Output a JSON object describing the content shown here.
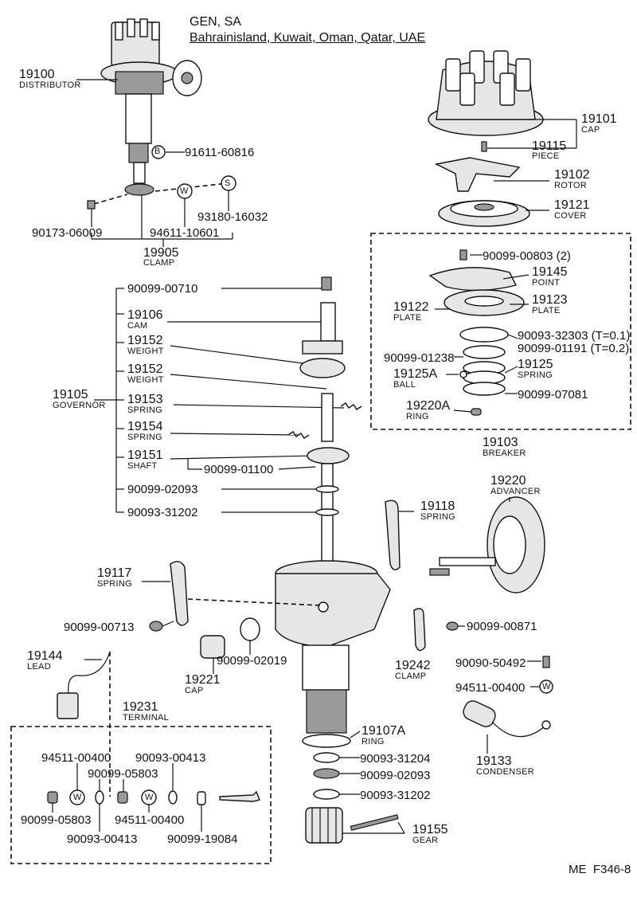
{
  "header": {
    "line1": "GEN, SA",
    "line2": "Bahrainisland, Kuwait, Oman, Qatar, UAE"
  },
  "footer": {
    "code": "ME  F346-8"
  },
  "parts": {
    "distributor": {
      "num": "19100",
      "name": "DISTRIBUTOR"
    },
    "cap": {
      "num": "19101",
      "name": "CAP"
    },
    "piece": {
      "num": "19115",
      "name": "PIECE"
    },
    "rotor": {
      "num": "19102",
      "name": "ROTOR"
    },
    "cover": {
      "num": "19121",
      "name": "COVER"
    },
    "bolt_19100": "91611-60816",
    "nut_90173": "90173-06009",
    "washer_94611": "94611-10601",
    "spring_93180": "93180-16032",
    "clamp": {
      "num": "19905",
      "name": "CLAMP"
    },
    "screw_00710": "90099-00710",
    "cam": {
      "num": "19106",
      "name": "CAM"
    },
    "weight1": {
      "num": "19152",
      "name": "WEIGHT"
    },
    "weight2": {
      "num": "19152",
      "name": "WEIGHT"
    },
    "governor": {
      "num": "19105",
      "name": "GOVERNOR"
    },
    "spring_19153": {
      "num": "19153",
      "name": "SPRING"
    },
    "spring_19154": {
      "num": "19154",
      "name": "SPRING"
    },
    "shaft": {
      "num": "19151",
      "name": "SHAFT"
    },
    "pin_01100": "90099-01100",
    "washer_02093a": "90099-02093",
    "washer_31202a": "90093-31202",
    "screw_00803": "90099-00803 (2)",
    "point": {
      "num": "19145",
      "name": "POINT"
    },
    "plate_19122": {
      "num": "19122",
      "name": "PLATE"
    },
    "plate_19123": {
      "num": "19123",
      "name": "PLATE"
    },
    "washer_32303": "90093-32303 (T=0.1)",
    "washer_01191": "90099-01191 (T=0.2)",
    "ring_01238": "90099-01238",
    "ball": {
      "num": "19125A",
      "name": "BALL"
    },
    "spring_19125": {
      "num": "19125",
      "name": "SPRING"
    },
    "ring_07081": "90099-07081",
    "ring_19220a": {
      "num": "19220A",
      "name": "RING"
    },
    "breaker": {
      "num": "19103",
      "name": "BREAKER"
    },
    "spring_19118": {
      "num": "19118",
      "name": "SPRING"
    },
    "advancer": {
      "num": "19220",
      "name": "ADVANCER"
    },
    "spring_19117": {
      "num": "19117",
      "name": "SPRING"
    },
    "screw_00713": "90099-00713",
    "screw_00871": "90099-00871",
    "lead": {
      "num": "19144",
      "name": "LEAD"
    },
    "cap_19221": {
      "num": "19221",
      "name": "CAP"
    },
    "washer_02019": "90099-02019",
    "clamp_19242": {
      "num": "19242",
      "name": "CLAMP"
    },
    "screw_50492": "90090-50492",
    "washer_00400r": "94511-00400",
    "condenser": {
      "num": "19133",
      "name": "CONDENSER"
    },
    "terminal": {
      "num": "19231",
      "name": "TERMINAL"
    },
    "t_94511_top": "94511-00400",
    "t_90093_top": "90093-00413",
    "t_90099_05803_mid": "90099-05803",
    "t_90099_05803_bot": "90099-05803",
    "t_94511_bot": "94511-00400",
    "t_90093_bot": "90093-00413",
    "t_90099_19084": "90099-19084",
    "ring_19107a": {
      "num": "19107A",
      "name": "RING"
    },
    "w_31204": "90093-31204",
    "w_02093b": "90099-02093",
    "w_31202b": "90093-31202",
    "gear": {
      "num": "19155",
      "name": "GEAR"
    }
  },
  "callout_letters": {
    "b": "B",
    "w": "W",
    "s": "S"
  }
}
